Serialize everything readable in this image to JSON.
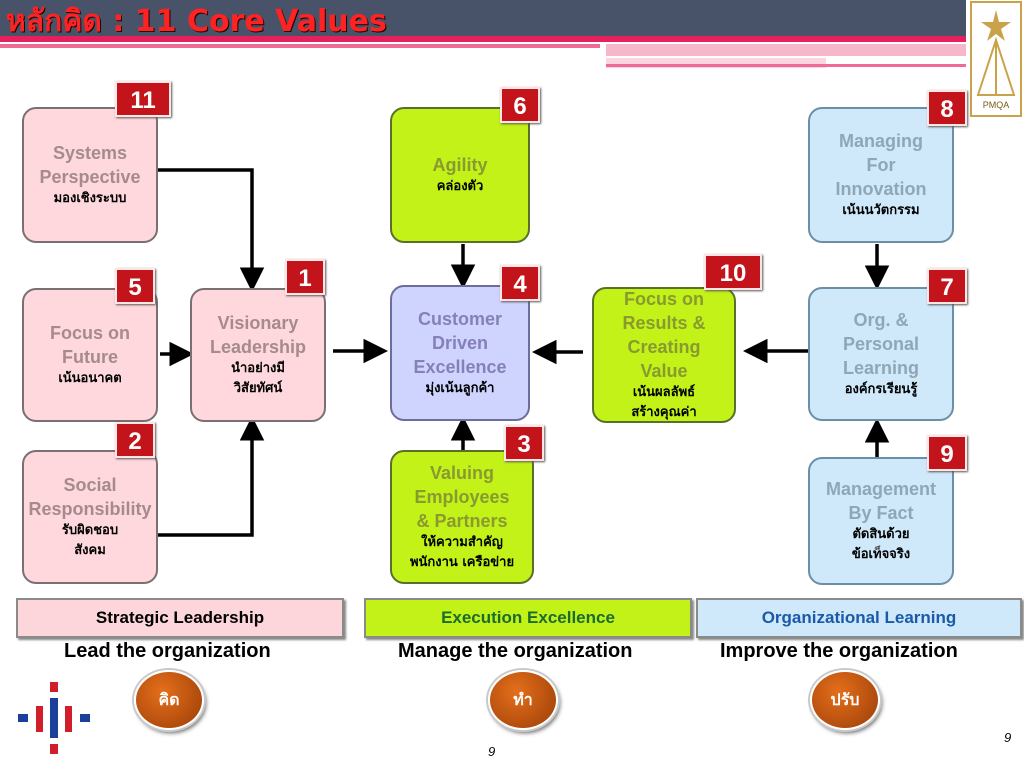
{
  "title": "หลักคิด : 11 Core Values",
  "logo_text": "PMQA",
  "boxes": {
    "systems": {
      "number": "11",
      "en": "Systems\nPerspective",
      "th": "มองเชิงระบบ"
    },
    "future": {
      "number": "5",
      "en": "Focus on\nFuture",
      "th": "เน้นอนาคต"
    },
    "social": {
      "number": "2",
      "en": "Social\nResponsibility",
      "th": "รับผิดชอบ\nสังคม"
    },
    "visionary": {
      "number": "1",
      "en": "Visionary\nLeadership",
      "th": "นำอย่างมี\nวิสัยทัศน์"
    },
    "agility": {
      "number": "6",
      "en": "Agility",
      "th": "คล่องตัว"
    },
    "customer": {
      "number": "4",
      "en": "Customer\nDriven\nExcellence",
      "th": "มุ่งเน้นลูกค้า"
    },
    "valuing": {
      "number": "3",
      "en": "Valuing\nEmployees\n& Partners",
      "th": "ให้ความสำคัญ\nพนักงาน เครือข่าย"
    },
    "results": {
      "number": "10",
      "en": "Focus on\nResults &\nCreating\nValue",
      "th": "เน้นผลลัพธ์\nสร้างคุณค่า"
    },
    "innovation": {
      "number": "8",
      "en": "Managing\nFor\nInnovation",
      "th": "เน้นนวัตกรรม"
    },
    "learning": {
      "number": "7",
      "en": "Org. &\nPersonal\nLearning",
      "th": "องค์กรเรียนรู้"
    },
    "fact": {
      "number": "9",
      "en": "Management\nBy Fact",
      "th": "ตัดสินด้วย\nข้อเท็จจริง"
    }
  },
  "categories": [
    {
      "label": "Strategic Leadership",
      "caption": "Lead the organization",
      "action": "คิด",
      "color": "#000000"
    },
    {
      "label": "Execution Excellence",
      "caption": "Manage the organization",
      "action": "ทำ",
      "color": "#1c6b2e"
    },
    {
      "label": "Organizational Learning",
      "caption": "Improve the organization",
      "action": "ปรับ",
      "color": "#1a5aa8"
    }
  ],
  "page_number": "9"
}
